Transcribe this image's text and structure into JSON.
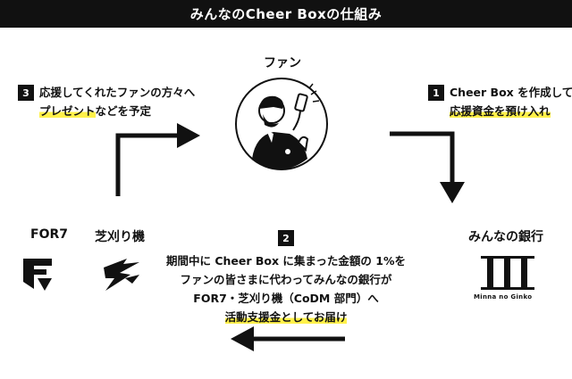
{
  "header": {
    "title": "みんなのCheer Boxの仕組み"
  },
  "fan": {
    "label": "ファン"
  },
  "step1": {
    "number": "1",
    "line1": "Cheer Box を作成して",
    "line2": "応援資金を預け入れ"
  },
  "step2": {
    "number": "2",
    "line1": "期間中に Cheer Box に集まった金額の 1%を",
    "line2": "ファンの皆さまに代わってみんなの銀行が",
    "line3": "FOR7・芝刈り機（CoDM 部門）へ",
    "line4": "活動支援金としてお届け"
  },
  "step3": {
    "number": "3",
    "line1": "応援してくれたファンの方々へ",
    "line2_highlight": "プレゼント",
    "line2_rest": "などを予定"
  },
  "bank": {
    "label": "みんなの銀行",
    "logo_text": "Minna no Ginko"
  },
  "teams": [
    {
      "label": "FOR7",
      "logo_icon": "for7-logo-icon"
    },
    {
      "label": "芝刈り機",
      "logo_icon": "shibakariki-logo-icon"
    }
  ],
  "colors": {
    "dark": "#111111",
    "highlight": "#fff14a",
    "background": "#ffffff"
  }
}
